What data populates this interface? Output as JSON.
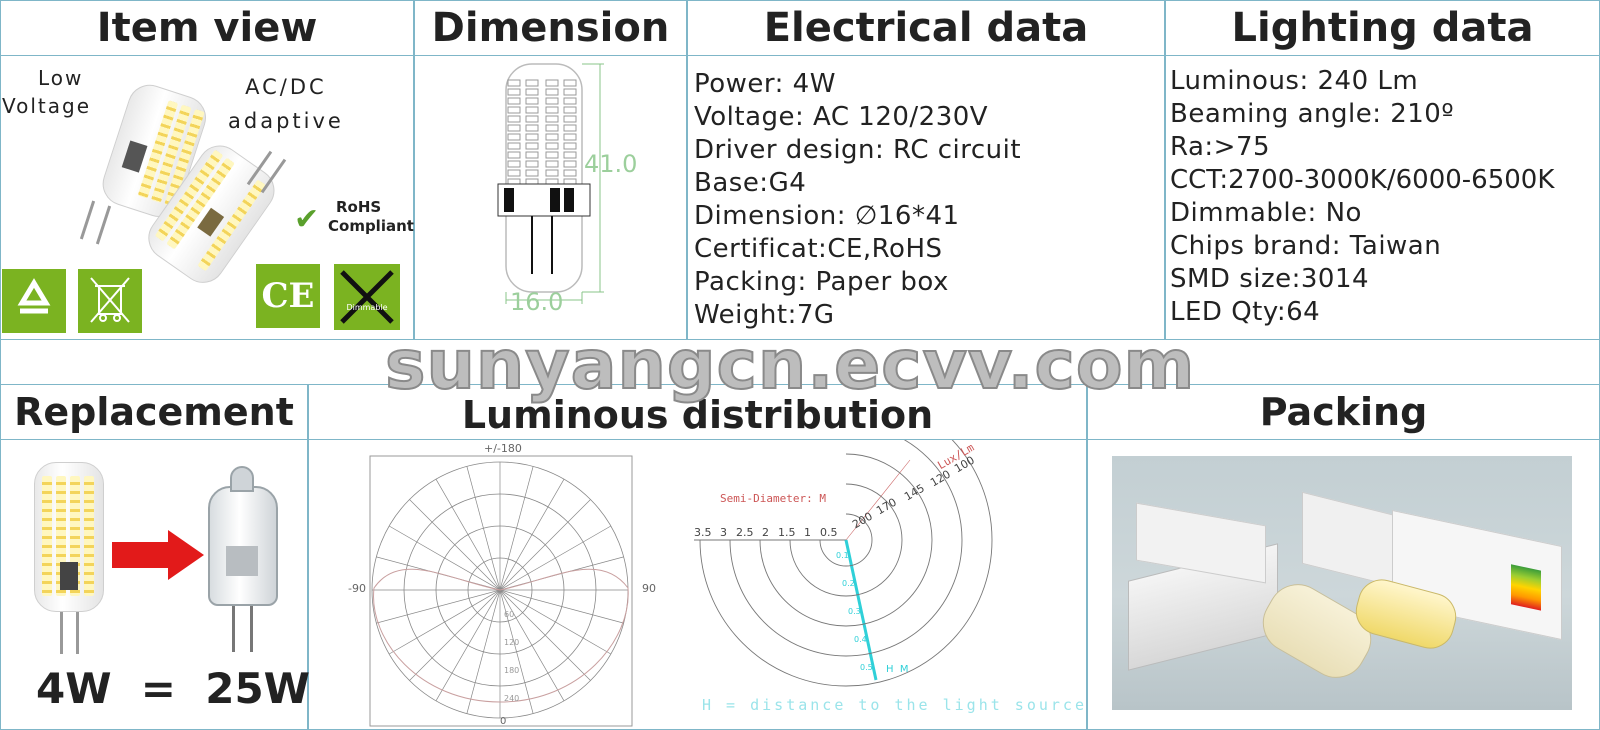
{
  "headers": {
    "item_view": "Item view",
    "dimension": "Dimension",
    "electrical": "Electrical data",
    "lighting": "Lighting data",
    "replacement": "Replacement",
    "distribution": "Luminous distribution",
    "packing": "Packing"
  },
  "item_view": {
    "low_voltage_1": "Low",
    "low_voltage_2": "Voltage",
    "adaptive_1": "AC/DC",
    "adaptive_2": "adaptive",
    "rohs_1": "RoHS",
    "rohs_2": "Compliant",
    "ce": "CE",
    "dimmable": "Dimmable"
  },
  "dimension": {
    "height": "41.0",
    "width": "16.0"
  },
  "electrical": {
    "lines": [
      "Power: 4W",
      "Voltage: AC 120/230V",
      "Driver design: RC circuit",
      "Base:G4",
      "Dimension: ∅16*41",
      "Certificat:CE,RoHS",
      "Packing: Paper box",
      "Weight:7G"
    ]
  },
  "lighting": {
    "lines": [
      "Luminous: 240 Lm",
      "Beaming angle: 210º",
      "Ra:>75",
      "CCT:2700-3000K/6000-6500K",
      "Dimmable: No",
      "Chips brand: Taiwan",
      "SMD size:3014",
      "LED Qty:64"
    ]
  },
  "watermark": "sunyangcn.ecvv.com",
  "replacement": {
    "equation": "4W  =  25W"
  },
  "polar": {
    "top_label": "+/-180",
    "left_label": "-90",
    "right_label": "90",
    "bottom_label": "0",
    "ring_labels": [
      "60",
      "120",
      "180",
      "240"
    ]
  },
  "cone": {
    "unit_label": "Lux/Lm",
    "semi_label": "Semi-Diameter: M",
    "diam_ticks": [
      "3.5",
      "3",
      "2.5",
      "2",
      "1.5",
      "1",
      "0.5"
    ],
    "lux_ticks": [
      "200",
      "170",
      "145",
      "120",
      "100"
    ],
    "h_label": "H  M",
    "footer": "H = distance to the light source"
  },
  "colors": {
    "border": "#7fb6c8",
    "green": "#7bb321",
    "arrow_red": "#e21a1a",
    "cyan_line": "#2fd0d8",
    "watermark": "#bdbdbd"
  }
}
